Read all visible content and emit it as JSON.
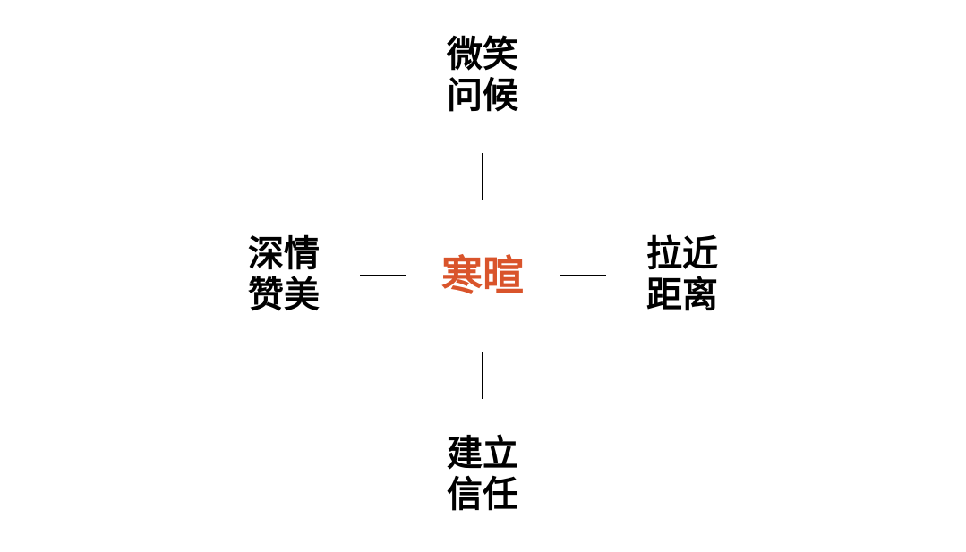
{
  "center": {
    "text": "寒暄",
    "color": "#d9542b"
  },
  "top": {
    "line1": "微笑",
    "line2": "问候"
  },
  "left": {
    "line1": "深情",
    "line2": "赞美"
  },
  "right": {
    "line1": "拉近",
    "line2": "距离"
  },
  "bottom": {
    "line1": "建立",
    "line2": "信任"
  },
  "colors": {
    "text": "#000000",
    "connector": "#000000"
  }
}
